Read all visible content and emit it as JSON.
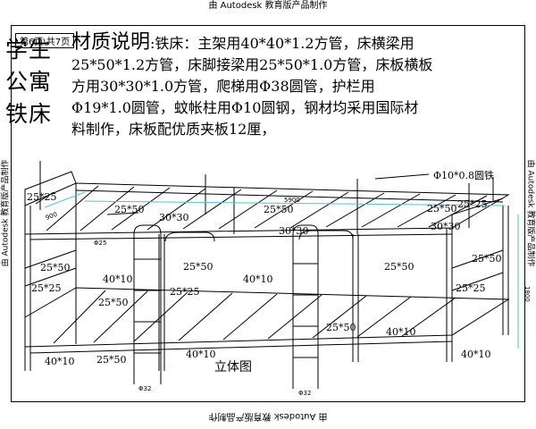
{
  "watermark": "由 Autodesk 教育版产品制作",
  "page_indicator": "第6页\\共7页",
  "title": [
    "学生",
    "公寓",
    "铁床"
  ],
  "material": {
    "heading": "材质说明",
    "lines": [
      ":铁床：主架用40*40*1.2方管，床横梁用",
      "25*50*1.2方管，床脚接梁用25*50*1.0方管，床板横板",
      "方用30*30*1.0方管，爬梯用Φ38圆管，护栏用",
      "Φ19*1.0圆管，蚊帐柱用Φ10圆钢，钢材均采用国际材",
      "料制作，床板配优质夹板12厘，"
    ]
  },
  "caption": "立体图",
  "dimensions": {
    "rod": "Φ10*0.8圆铁",
    "overall_length": "5900",
    "depth": "900",
    "height": "1800",
    "ladder": "Φ32",
    "bar_small": "Φ25",
    "labels": [
      {
        "id": "l1",
        "text": "25*25"
      },
      {
        "id": "l2",
        "text": "25*50"
      },
      {
        "id": "l3",
        "text": "30*30"
      },
      {
        "id": "l4",
        "text": "25*50"
      },
      {
        "id": "l5",
        "text": "25*50"
      },
      {
        "id": "l6",
        "text": "25*25"
      },
      {
        "id": "l7",
        "text": "30*30"
      },
      {
        "id": "l8",
        "text": "30*30"
      },
      {
        "id": "l9",
        "text": "25*50"
      },
      {
        "id": "l10",
        "text": "25*50"
      },
      {
        "id": "l11",
        "text": "25*50"
      },
      {
        "id": "l12",
        "text": "25*50"
      },
      {
        "id": "l13",
        "text": "40*10"
      },
      {
        "id": "l14",
        "text": "40*10"
      },
      {
        "id": "l15",
        "text": "25*25"
      },
      {
        "id": "l16",
        "text": "25*25"
      },
      {
        "id": "l17",
        "text": "25*25"
      },
      {
        "id": "l18",
        "text": "25*50"
      },
      {
        "id": "l19",
        "text": "25*50"
      },
      {
        "id": "l20",
        "text": "40*10"
      },
      {
        "id": "l21",
        "text": "40*10"
      },
      {
        "id": "l22",
        "text": "40*10"
      },
      {
        "id": "l23",
        "text": "25*50"
      },
      {
        "id": "l24",
        "text": "40*10"
      }
    ]
  }
}
